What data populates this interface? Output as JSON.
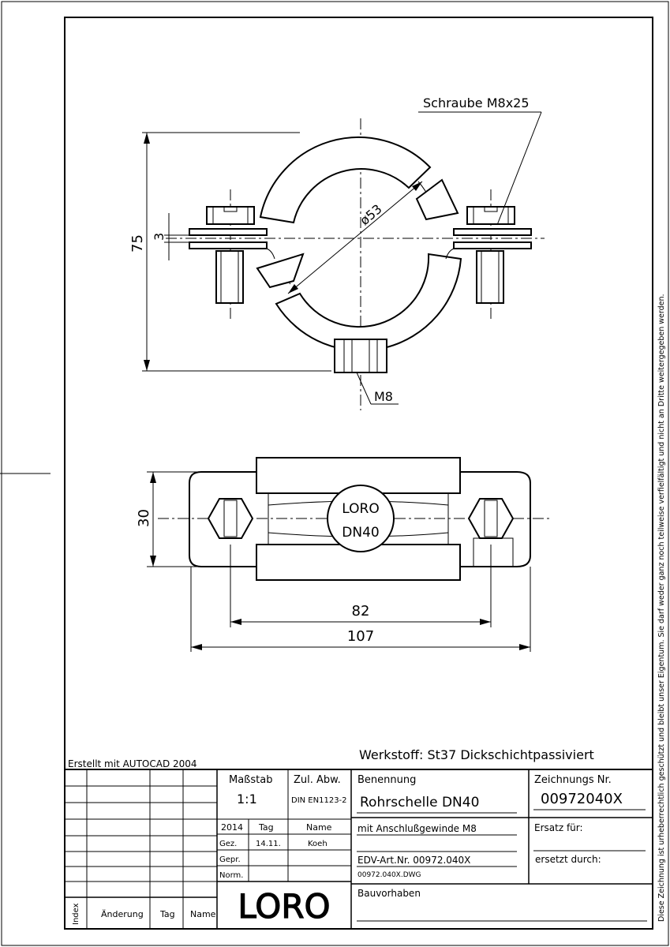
{
  "drawing": {
    "labels": {
      "screw_callout": "Schraube M8x25",
      "dia": "ø53",
      "dim_height": "75",
      "dim_gap": "3",
      "thread_callout": "M8",
      "dim_width": "30",
      "dim_inner": "82",
      "dim_outer": "107",
      "stamp_line1": "LORO",
      "stamp_line2": "DN40"
    }
  },
  "title_block": {
    "created_with": "Erstellt mit AUTOCAD 2004",
    "material": "Werkstoff:  St37 Dickschichtpassiviert",
    "scale_label": "Maßstab",
    "scale_value": "1:1",
    "tolerance_label": "Zul. Abw.",
    "tolerance_value": "DIN EN1123-2",
    "year": "2014",
    "day_header": "Tag",
    "name_header": "Name",
    "drawn_label": "Gez.",
    "drawn_date": "14.11.",
    "drawn_name": "Koeh",
    "checked_label": "Gepr.",
    "norm_label": "Norm.",
    "designation_label": "Benennung",
    "designation_value": "Rohrschelle DN40",
    "description": "mit Anschlußgewinde M8",
    "edv_label": "EDV-Art.Nr. 00972.040X",
    "dwg_file": "00972.040X.DWG",
    "project_label": "Bauvorhaben",
    "drawing_no_label": "Zeichnungs Nr.",
    "drawing_no_value": "00972040X",
    "replacement_for": "Ersatz für:",
    "replaced_by": "ersetzt durch:",
    "rev_index": "Index",
    "rev_change": "Änderung",
    "rev_date": "Tag",
    "rev_name": "Name",
    "logo_text": "LORO"
  },
  "copyright_notice": "Diese Zeichnung ist urheberrechtlich geschützt und bleibt unser Eigentum. Sie darf weder ganz noch teilweise verfielfältigt und nicht an Dritte weitergegeben werden."
}
